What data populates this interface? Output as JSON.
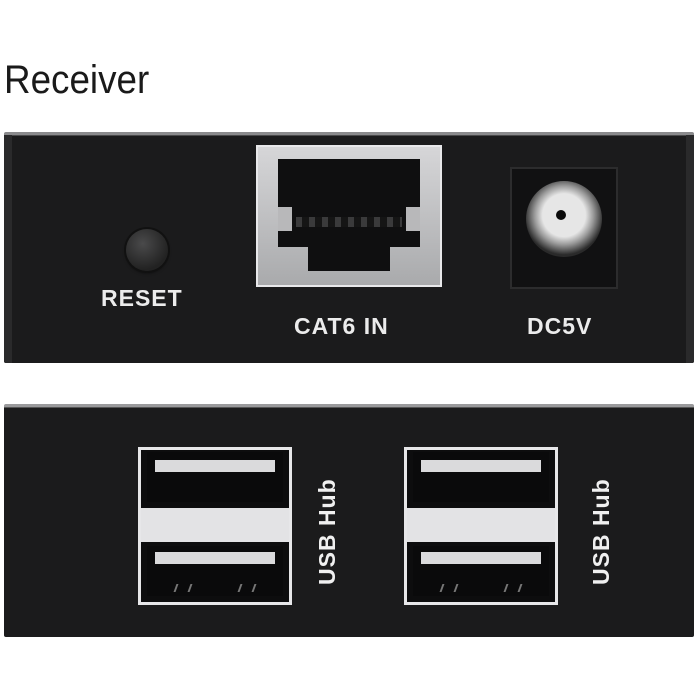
{
  "title": "Receiver",
  "top_panel": {
    "reset_label": "RESET",
    "cat6_label": "CAT6 IN",
    "dc_label": "DC5V"
  },
  "bottom_panel": {
    "usb_hub_labels": [
      "USB Hub",
      "USB Hub"
    ]
  },
  "colors": {
    "device_body": "#1b1b1c",
    "port_metal": "#d6d6d8",
    "label_text": "#ececec"
  }
}
